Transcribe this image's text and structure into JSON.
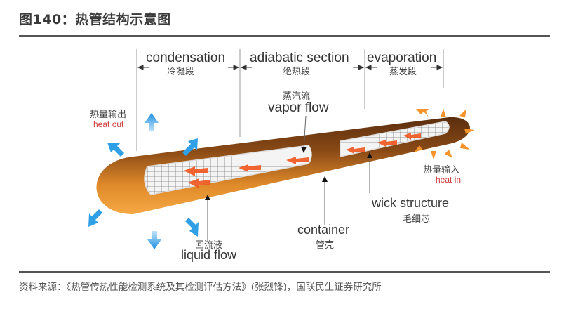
{
  "header": {
    "title": "图140：热管结构示意图"
  },
  "diagram": {
    "sections": [
      {
        "en": "condensation",
        "zh": "冷凝段"
      },
      {
        "en": "adiabatic section",
        "zh": "绝热段"
      },
      {
        "en": "evaporation",
        "zh": "蒸发段"
      }
    ],
    "labels": {
      "vapor_flow": {
        "en": "vapor flow",
        "zh": "蒸汽流"
      },
      "heat_out": {
        "en": "heat out",
        "zh": "热量输出"
      },
      "heat_in": {
        "en": "heat in",
        "zh": "热量输入"
      },
      "wick_structure": {
        "en": "wick structure",
        "zh": "毛细芯"
      },
      "container": {
        "en": "container",
        "zh": "管壳"
      },
      "liquid_flow": {
        "en": "liquid flow",
        "zh": "回流液"
      }
    },
    "colors": {
      "pipe_dark": "#6b3a12",
      "pipe_light": "#f29a2e",
      "heat_out_arrow": "#2fa0e6",
      "heat_in_arrow": "#f7932b",
      "flow_arrow": "#f0561e",
      "accent_red": "#d23c3c"
    }
  },
  "footer": {
    "source": "资料来源：《热管传热性能检测系统及其检测评估方法》(张烈锋)，国联民生证券研究所"
  }
}
